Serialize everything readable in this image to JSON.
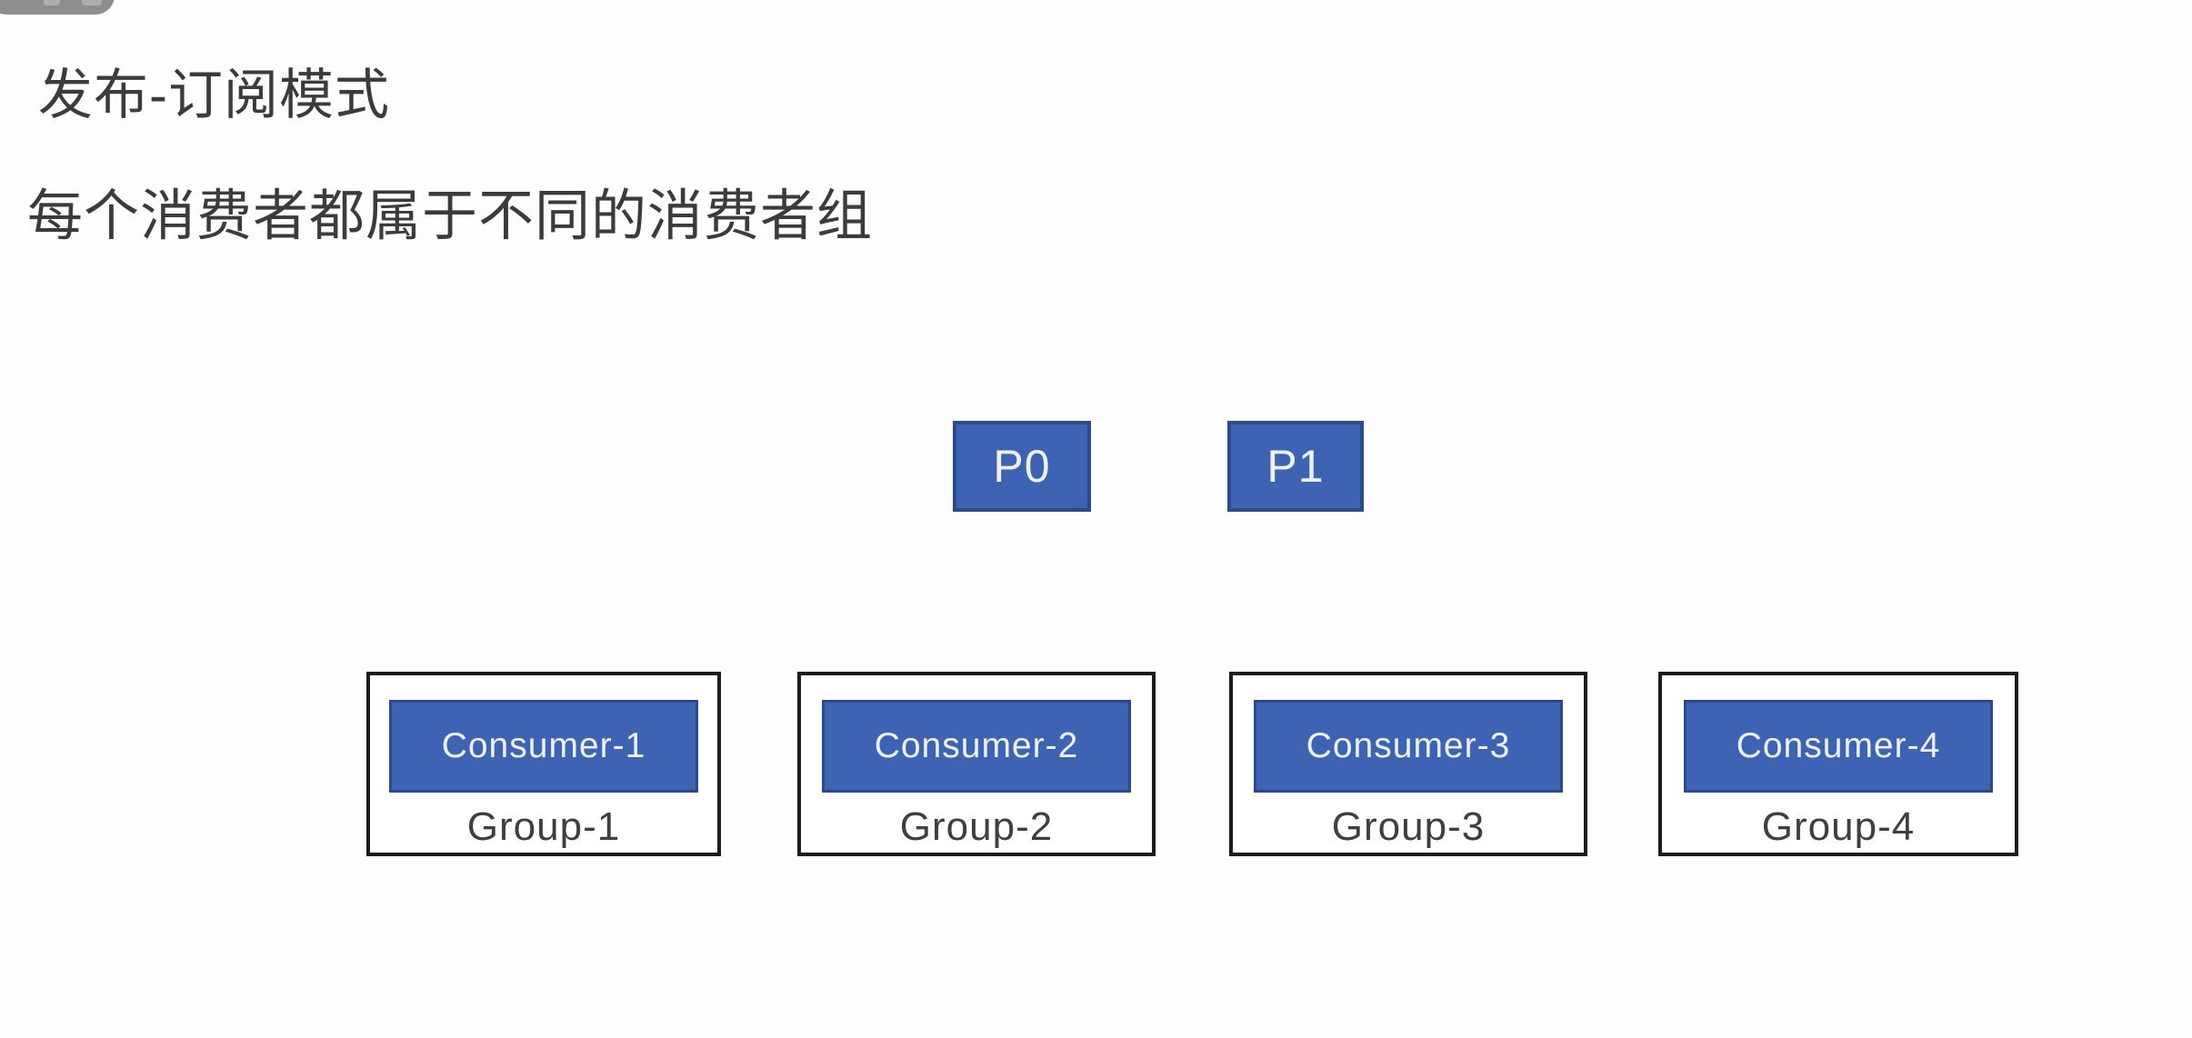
{
  "slide": {
    "title": "发布-订阅模式",
    "subtitle": "每个消费者都属于不同的消费者组"
  },
  "diagram": {
    "partitions": [
      {
        "label": "P0"
      },
      {
        "label": "P1"
      }
    ],
    "groups": [
      {
        "consumer": "Consumer-1",
        "group": "Group-1"
      },
      {
        "consumer": "Consumer-2",
        "group": "Group-2"
      },
      {
        "consumer": "Consumer-3",
        "group": "Group-3"
      },
      {
        "consumer": "Consumer-4",
        "group": "Group-4"
      }
    ]
  },
  "theme": {
    "bg": "#fdfdfe",
    "text": "#3b3b3b",
    "blue_fill": "#3e63b5",
    "blue_border": "#2b4a8c",
    "box_border": "#1c1c1c",
    "box_text": "#edf2fc",
    "group_label": "#3f3f3f",
    "pill_gray": "#8f8d90",
    "scribble_purple": "#b44fd0"
  }
}
